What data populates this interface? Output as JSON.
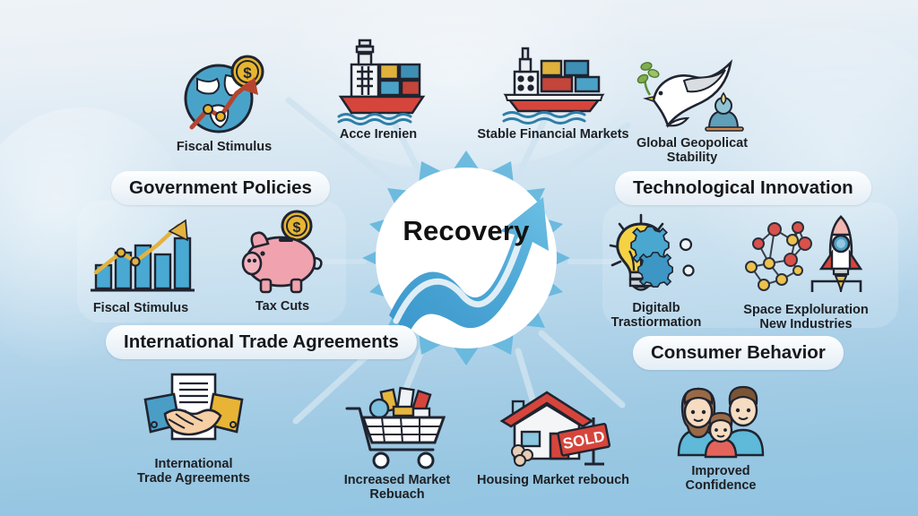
{
  "center": {
    "title": "Recovery",
    "icon": "recovery-arrow-icon"
  },
  "colors": {
    "arrow_blue": "#3d9dd1",
    "arrow_blue_light": "#63b8df",
    "background_top": "#eef3f7",
    "background_bottom": "#92c6e2",
    "pill_background": "#f1f6fa",
    "text_dark": "#16181c"
  },
  "categories": [
    {
      "id": "government-policies",
      "label": "Government Policies"
    },
    {
      "id": "international-trade-agreements",
      "label": "International Trade Agreements"
    },
    {
      "id": "technological-innovation",
      "label": "Technological Innovation"
    },
    {
      "id": "consumer-behavior",
      "label": "Consumer Behavior"
    }
  ],
  "nodes": [
    {
      "id": "fiscal-stimulus-globe",
      "label": "Fiscal Stimulus",
      "icon": "globe-dollar-growth-icon"
    },
    {
      "id": "access-trade-ship",
      "label": "Acce Irenien",
      "icon": "container-ship-icon"
    },
    {
      "id": "stable-financial-markets",
      "label": "Stable Financial Markets",
      "icon": "cargo-ship-icon"
    },
    {
      "id": "global-geopolitical-stability",
      "label": "Global Geopolicat\nStability",
      "icon": "dove-olive-branch-icon"
    },
    {
      "id": "fiscal-stimulus-chart",
      "label": "Fiscal Stimulus",
      "icon": "bar-chart-growth-icon"
    },
    {
      "id": "tax-cuts",
      "label": "Tax Cuts",
      "icon": "piggy-bank-coin-icon"
    },
    {
      "id": "digital-transformation",
      "label": "Digitalb\nTrastiormation",
      "icon": "lightbulb-gears-icon"
    },
    {
      "id": "space-exploration",
      "label": "Space Exploluration\nNew Industries",
      "icon": "network-rocket-icon"
    },
    {
      "id": "international-trade-agreements-node",
      "label": "International\nTrade Agreements",
      "icon": "handshake-document-icon"
    },
    {
      "id": "increased-market-reach",
      "label": "Increased Market Rebuach",
      "icon": "shopping-cart-icon"
    },
    {
      "id": "housing-market-rebound",
      "label": "Housing Market rebouch",
      "icon": "house-sold-icon"
    },
    {
      "id": "improved-confidence",
      "label": "Improved\nConfidence",
      "icon": "family-group-icon"
    }
  ],
  "sold_sign": {
    "label": "SOLD"
  }
}
